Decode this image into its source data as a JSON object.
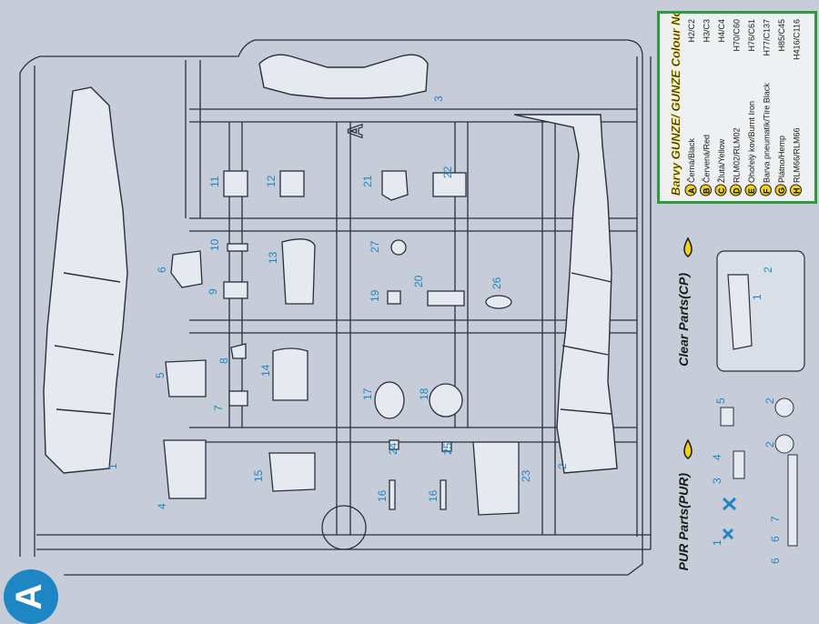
{
  "sheet": {
    "letter": "A"
  },
  "part_numbers": [
    "1",
    "2",
    "3",
    "4",
    "5",
    "6",
    "7",
    "8",
    "9",
    "10",
    "11",
    "12",
    "13",
    "14",
    "15",
    "16",
    "16",
    "17",
    "18",
    "19",
    "20",
    "21",
    "22",
    "23",
    "24",
    "25",
    "26",
    "27"
  ],
  "sprue_marker": "A",
  "sections": {
    "clear": "Clear Parts(CP)",
    "pur": "PUR Parts(PUR)"
  },
  "clear_parts": [
    "1",
    "2",
    "5",
    "2",
    "2"
  ],
  "pur_parts": [
    "1",
    "3",
    "4",
    "6",
    "6",
    "7"
  ],
  "colour_table": {
    "title": "Barvy GUNZE/ GUNZE Colour No.",
    "rows": [
      {
        "letter": "A",
        "name": "Černá/Black",
        "code": "H2/C2",
        "swatch": "#1a1a1a"
      },
      {
        "letter": "B",
        "name": "Červená/Red",
        "code": "H3/C3",
        "swatch": "#c4262e"
      },
      {
        "letter": "C",
        "name": "Žlutá/Yellow",
        "code": "H4/C4",
        "swatch": "#f0d21c"
      },
      {
        "letter": "D",
        "name": "RLM02/RLM02",
        "code": "H70/C60",
        "swatch": "#8a8a6a"
      },
      {
        "letter": "E",
        "name": "Ohořelý kov/Burnt Iron",
        "code": "H76/C61",
        "swatch": "#5a4a40"
      },
      {
        "letter": "F",
        "name": "Barva pneumatik/Tire Black",
        "code": "H77/C137",
        "swatch": "#2a2a2a"
      },
      {
        "letter": "G",
        "name": "Plátno/Hemp",
        "code": "H85/C45",
        "swatch": "#c8b48a"
      },
      {
        "letter": "H",
        "name": "RLM66/RLM66",
        "code": "H416/C116",
        "swatch": "#3c4044"
      }
    ]
  },
  "colors": {
    "ink": "#2a2f3a",
    "number": "#1f86c4",
    "legend_border": "#2e9a3b",
    "letter_circle": "#f0d21c"
  }
}
